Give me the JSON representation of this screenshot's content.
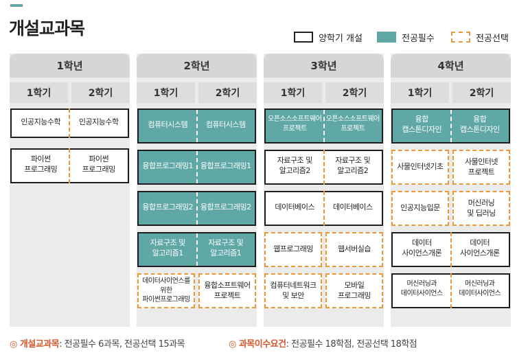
{
  "title": "개설교과목",
  "legend": {
    "open": "양학기 개설",
    "required": "전공필수",
    "elective": "전공선택"
  },
  "semesters": [
    "1학기",
    "2학기"
  ],
  "years": [
    "1학년",
    "2학년",
    "3학년",
    "4학년"
  ],
  "courses": {
    "y1": [
      {
        "type": "elective-pair",
        "s1": "인공지능수학",
        "s2": "인공지능수학"
      },
      {
        "type": "elective-pair",
        "s1": "파이썬\n프로그래밍",
        "s2": "파이썬\n프로그래밍"
      }
    ],
    "y2": [
      {
        "type": "required",
        "s1": "컴퓨터시스템",
        "s2": "컴퓨터시스템"
      },
      {
        "type": "required",
        "s1": "융합프로그래밍1",
        "s2": "융합프로그래밍1"
      },
      {
        "type": "required",
        "s1": "융합프로그래밍2",
        "s2": "융합프로그래밍2"
      },
      {
        "type": "required",
        "s1": "자료구조 및\n알고리즘1",
        "s2": "자료구조 및\n알고리즘1"
      },
      {
        "type": "elective",
        "s1": "데이터사이언스를 위한\n파이썬프로그래밍",
        "s2": "융합소프트웨어\n프로젝트"
      }
    ],
    "y3": [
      {
        "type": "required",
        "s1": "오픈소스소프트웨어\n프로젝트",
        "s2": "오픈소스소프트웨어\n프로젝트"
      },
      {
        "type": "open",
        "s1": "자료구조 및\n알고리즘2",
        "s2": "자료구조 및\n알고리즘2"
      },
      {
        "type": "open",
        "s1": "데이터베이스",
        "s2": "데이터베이스"
      },
      {
        "type": "elective",
        "s1": "웹프로그래밍",
        "s2": "웹서버실습"
      },
      {
        "type": "elective",
        "s1": "컴퓨터네트워크\n및 보안",
        "s2": "모바일\n프로그래밍"
      }
    ],
    "y4": [
      {
        "type": "required",
        "s1": "융합\n캡스톤디자인",
        "s2": "융합\n캡스톤디자인"
      },
      {
        "type": "elective",
        "s1": "사물인터넷기초",
        "s2": "사물인터넷\n프로젝트"
      },
      {
        "type": "elective",
        "s1": "인공지능입문",
        "s2": "머신러닝\n및 딥러닝"
      },
      {
        "type": "open",
        "s1": "데이터\n사이언스개론",
        "s2": "데이터\n사이언스개론"
      },
      {
        "type": "open",
        "s1": "머신러닝과\n데이터사이언스",
        "s2": "머신러닝과\n데이터사이언스"
      }
    ]
  },
  "footer": {
    "left_marker": "◎",
    "left_label": "개설교과목",
    "left_text": ": 전공필수 6과목, 전공선택 15과목",
    "right_marker": "◎",
    "right_label": "과목이수요건",
    "right_text": ": 전공필수 18학점, 전공선택 18학점"
  }
}
